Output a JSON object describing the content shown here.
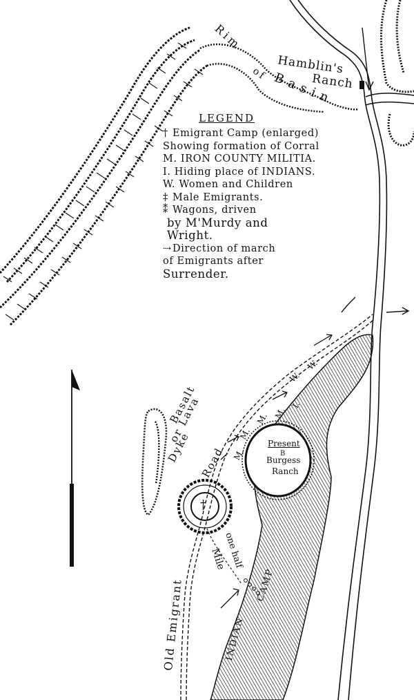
{
  "map": {
    "labels": {
      "hamblins_ranch_1": "Hamblin's",
      "hamblins_ranch_2": "Ranch",
      "rim": "Rim",
      "of": "of",
      "basin": "Basin",
      "basalt": "Basalt",
      "or_lava": "or Lava",
      "dyke": "Dyke",
      "road": "Road",
      "present": "Present",
      "b_mark": "B",
      "burgess_ranch_1": "Burgess",
      "burgess_ranch_2": "Ranch",
      "one_half": "one half",
      "mile": "Mile",
      "camp": "CAMP",
      "indian": "INDIAN",
      "old_emigrant": "Old  Emigrant",
      "mark_m1": "M.",
      "mark_m2": "M.",
      "mark_m3": "M.",
      "mark_m4": "M.",
      "mark_i": "I.",
      "mark_w1": "W.",
      "mark_w2": "W.",
      "camp_cross": "†"
    },
    "legend": {
      "title": "LEGEND",
      "rows": [
        {
          "sym": "†",
          "text": "Emigrant Camp (enlarged)"
        },
        {
          "sym": "",
          "text": "Showing formation of Corral"
        },
        {
          "sym": "",
          "text": "M. IRON COUNTY MILITIA."
        },
        {
          "sym": "",
          "text": "I. Hiding place of INDIANS."
        },
        {
          "sym": "",
          "text": "W. Women and Children"
        },
        {
          "sym": "‡",
          "text": "Male Emigrants."
        },
        {
          "sym": "⁑",
          "text": "Wagons, driven"
        },
        {
          "sym": "",
          "text": "by M'Murdy and"
        },
        {
          "sym": "",
          "text": "Wright."
        },
        {
          "sym": "⇢",
          "text": "Direction of march"
        },
        {
          "sym": "",
          "text": "of Emigrants after"
        },
        {
          "sym": "",
          "text": "Surrender."
        }
      ]
    },
    "colors": {
      "ink": "#111111",
      "paper": "#ffffff"
    }
  }
}
